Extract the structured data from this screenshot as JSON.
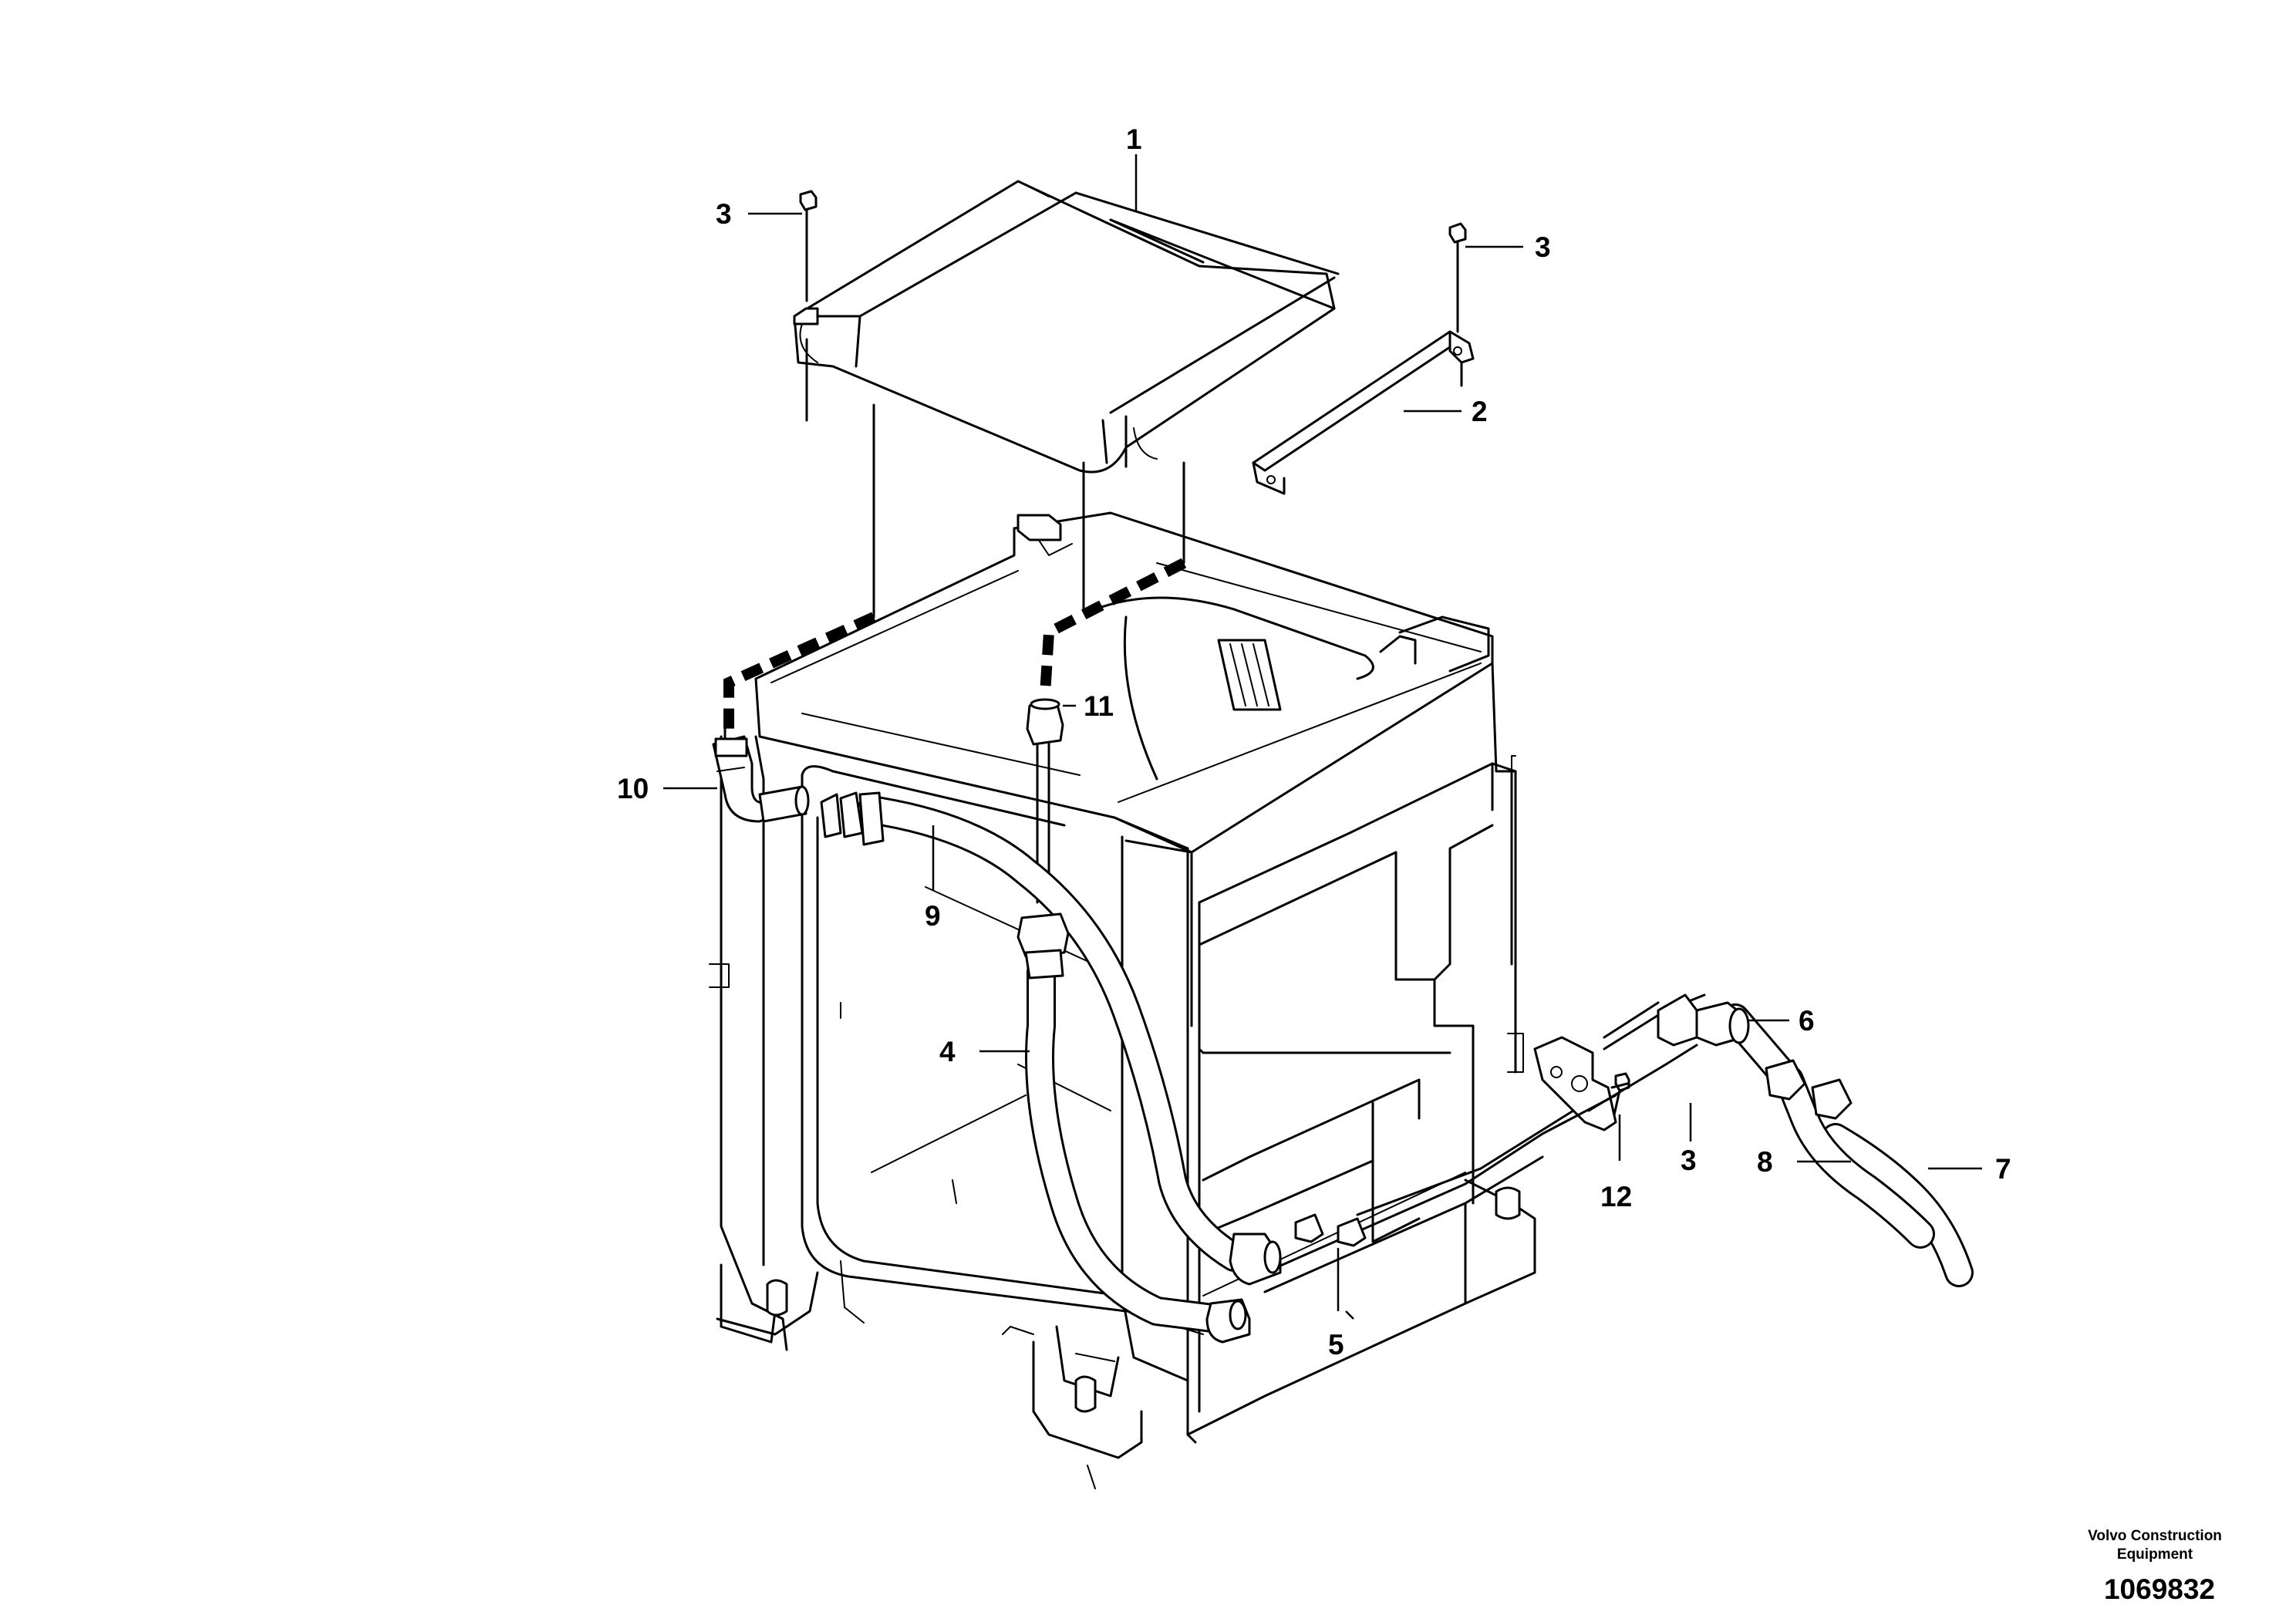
{
  "diagram": {
    "callouts": {
      "c1": "1",
      "c2": "2",
      "c3_top_left": "3",
      "c3_top_right": "3",
      "c3_bottom": "3",
      "c4": "4",
      "c5": "5",
      "c6": "6",
      "c7": "7",
      "c8": "8",
      "c9": "9",
      "c10": "10",
      "c11": "11",
      "c12": "12"
    },
    "footer": {
      "brand_line1": "Volvo Construction",
      "brand_line2": "Equipment",
      "doc_number": "1069832"
    }
  }
}
